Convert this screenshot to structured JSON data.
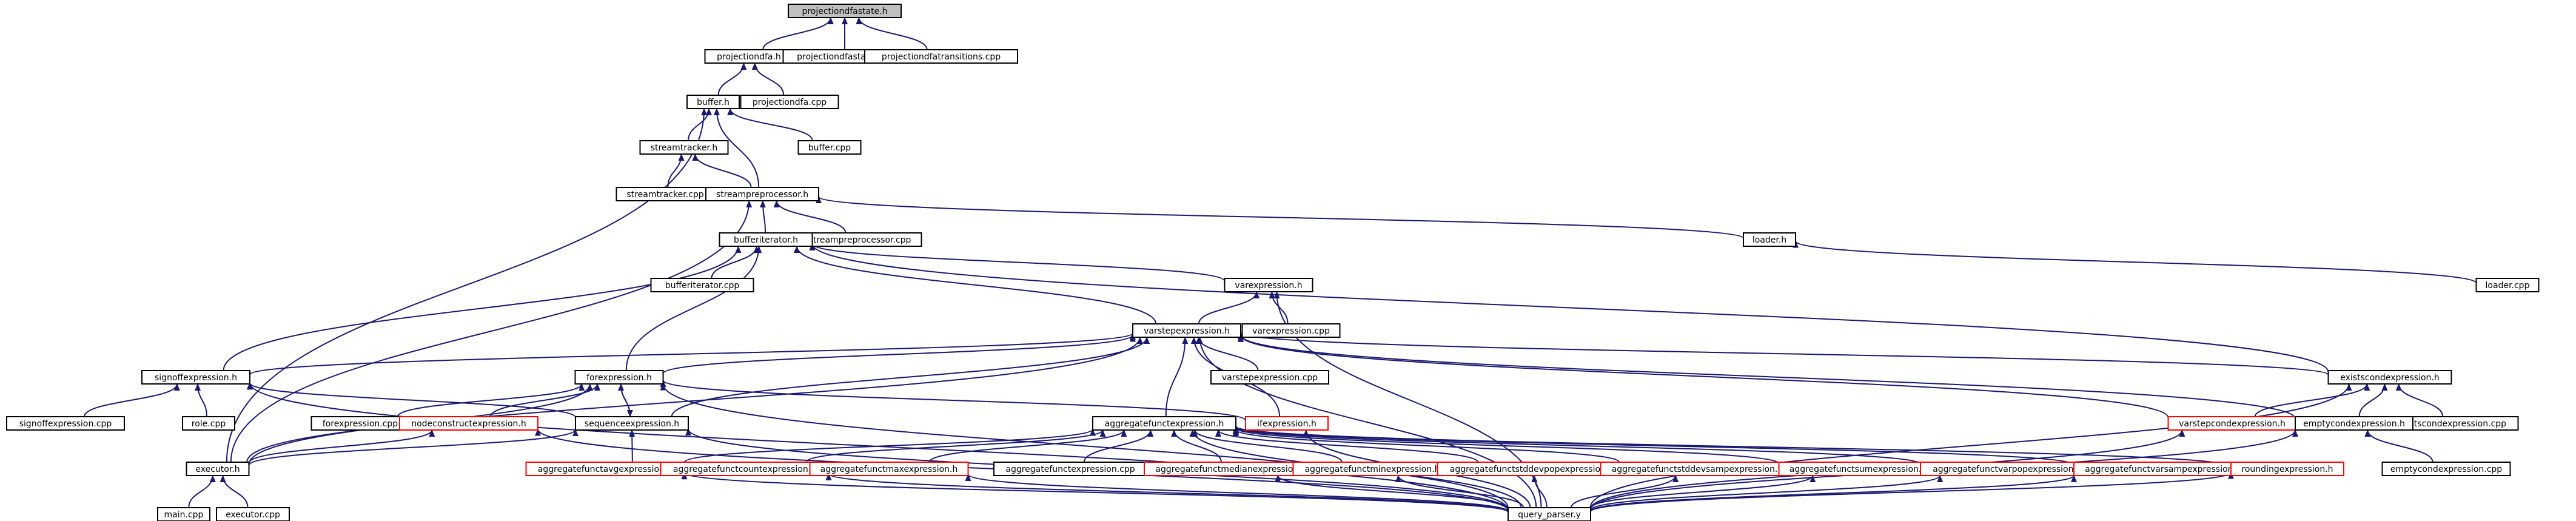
{
  "colors": {
    "edge": "#191970",
    "border": "#000000",
    "border_incomplete": "#ff0000",
    "highlight": "#bfbfbf"
  },
  "nodes": [
    {
      "id": "pdfa_state_h",
      "label": "projectiondfastate.h",
      "highlight": true
    },
    {
      "id": "pdfa_h",
      "label": "projectiondfa.h"
    },
    {
      "id": "pdfa_state_cpp",
      "label": "projectiondfastate.cpp"
    },
    {
      "id": "pdfa_trans_cpp",
      "label": "projectiondfatransitions.cpp"
    },
    {
      "id": "pdfa_cpp",
      "label": "projectiondfa.cpp"
    },
    {
      "id": "buffer_h",
      "label": "buffer.h"
    },
    {
      "id": "buffer_cpp",
      "label": "buffer.cpp"
    },
    {
      "id": "streamtracker_h",
      "label": "streamtracker.h"
    },
    {
      "id": "streamtracker_cpp",
      "label": "streamtracker.cpp"
    },
    {
      "id": "streampre_h",
      "label": "streampreprocessor.h"
    },
    {
      "id": "streampre_cpp",
      "label": "streampreprocessor.cpp"
    },
    {
      "id": "loader_h",
      "label": "loader.h"
    },
    {
      "id": "loader_cpp",
      "label": "loader.cpp"
    },
    {
      "id": "bufit_h",
      "label": "bufferiterator.h"
    },
    {
      "id": "bufit_cpp",
      "label": "bufferiterator.cpp"
    },
    {
      "id": "varexpr_h",
      "label": "varexpression.h"
    },
    {
      "id": "varexpr_cpp",
      "label": "varexpression.cpp"
    },
    {
      "id": "varstep_h",
      "label": "varstepexpression.h"
    },
    {
      "id": "varstep_cpp",
      "label": "varstepexpression.cpp"
    },
    {
      "id": "signoff_h",
      "label": "signoffexpression.h"
    },
    {
      "id": "signoff_cpp",
      "label": "signoffexpression.cpp"
    },
    {
      "id": "role_cpp",
      "label": "role.cpp"
    },
    {
      "id": "forexpr_h",
      "label": "forexpression.h"
    },
    {
      "id": "forexpr_cpp",
      "label": "forexpression.cpp"
    },
    {
      "id": "nodecon_h",
      "label": "nodeconstructexpression.h",
      "incomplete": true
    },
    {
      "id": "seqexpr_h",
      "label": "sequenceexpression.h"
    },
    {
      "id": "seqexpr_cpp",
      "label": "sequenceexpression.cpp"
    },
    {
      "id": "executor_h",
      "label": "executor.h"
    },
    {
      "id": "main_cpp",
      "label": "main.cpp"
    },
    {
      "id": "executor_cpp",
      "label": "executor.cpp"
    },
    {
      "id": "aggfunc_h",
      "label": "aggregatefunctexpression.h"
    },
    {
      "id": "agg_cpp",
      "label": "aggregatefunctexpression.cpp"
    },
    {
      "id": "ifexpr_h",
      "label": "ifexpression.h",
      "incomplete": true
    },
    {
      "id": "exists_h",
      "label": "existscondexpression.h"
    },
    {
      "id": "exists_cpp",
      "label": "existscondexpression.cpp"
    },
    {
      "id": "varstepcond_h",
      "label": "varstepcondexpression.h",
      "incomplete": true
    },
    {
      "id": "emptycond_h",
      "label": "emptycondexpression.h"
    },
    {
      "id": "emptycond_cpp",
      "label": "emptycondexpression.cpp"
    },
    {
      "id": "agg_avg_h",
      "label": "aggregatefunctavgexpression.h",
      "incomplete": true
    },
    {
      "id": "agg_count_h",
      "label": "aggregatefunctcountexpression.h",
      "incomplete": true
    },
    {
      "id": "agg_max_h",
      "label": "aggregatefunctmaxexpression.h",
      "incomplete": true
    },
    {
      "id": "agg_median_h",
      "label": "aggregatefunctmedianexpression.h",
      "incomplete": true
    },
    {
      "id": "agg_min_h",
      "label": "aggregatefunctminexpression.h",
      "incomplete": true
    },
    {
      "id": "agg_stddevpop_h",
      "label": "aggregatefunctstddevpopexpression.h",
      "incomplete": true
    },
    {
      "id": "agg_stddevsamp_h",
      "label": "aggregatefunctstddevsampexpression.h",
      "incomplete": true
    },
    {
      "id": "agg_sum_h",
      "label": "aggregatefunctsumexpression.h",
      "incomplete": true
    },
    {
      "id": "agg_varpop_h",
      "label": "aggregatefunctvarpopexpression.h",
      "incomplete": true
    },
    {
      "id": "agg_varsamp_h",
      "label": "aggregatefunctvarsampexpression.h",
      "incomplete": true
    },
    {
      "id": "rounding_h",
      "label": "roundingexpression.h",
      "incomplete": true
    },
    {
      "id": "query_parser",
      "label": "query_parser.y"
    }
  ],
  "edges": [
    [
      "pdfa_h",
      "pdfa_state_h"
    ],
    [
      "pdfa_state_cpp",
      "pdfa_state_h"
    ],
    [
      "pdfa_trans_cpp",
      "pdfa_state_h"
    ],
    [
      "buffer_h",
      "pdfa_h"
    ],
    [
      "pdfa_cpp",
      "pdfa_h"
    ],
    [
      "streamtracker_h",
      "buffer_h"
    ],
    [
      "buffer_cpp",
      "buffer_h"
    ],
    [
      "streampre_h",
      "buffer_h"
    ],
    [
      "executor_h",
      "buffer_h"
    ],
    [
      "streamtracker_cpp",
      "streamtracker_h"
    ],
    [
      "streampre_h",
      "streamtracker_h"
    ],
    [
      "bufit_h",
      "streampre_h"
    ],
    [
      "streampre_cpp",
      "streampre_h"
    ],
    [
      "loader_h",
      "streampre_h"
    ],
    [
      "executor_h",
      "streampre_h"
    ],
    [
      "loader_cpp",
      "loader_h"
    ],
    [
      "bufit_cpp",
      "bufit_h"
    ],
    [
      "varstep_h",
      "bufit_h"
    ],
    [
      "signoff_h",
      "bufit_h"
    ],
    [
      "forexpr_h",
      "bufit_h"
    ],
    [
      "varexpr_h",
      "bufit_h"
    ],
    [
      "exists_h",
      "bufit_h"
    ],
    [
      "varstep_h",
      "varexpr_h"
    ],
    [
      "varexpr_cpp",
      "varexpr_h"
    ],
    [
      "query_parser",
      "varexpr_h"
    ],
    [
      "varstep_cpp",
      "varstep_h"
    ],
    [
      "signoff_h",
      "varstep_h"
    ],
    [
      "forexpr_h",
      "varstep_h"
    ],
    [
      "aggfunc_h",
      "varstep_h"
    ],
    [
      "ifexpr_h",
      "varstep_h"
    ],
    [
      "exists_h",
      "varstep_h"
    ],
    [
      "varstepcond_h",
      "varstep_h"
    ],
    [
      "emptycond_h",
      "varstep_h"
    ],
    [
      "seqexpr_h",
      "varstep_h"
    ],
    [
      "executor_h",
      "varstep_h"
    ],
    [
      "query_parser",
      "varstep_h"
    ],
    [
      "signoff_cpp",
      "signoff_h"
    ],
    [
      "role_cpp",
      "signoff_h"
    ],
    [
      "seqexpr_h",
      "signoff_h"
    ],
    [
      "query_parser",
      "signoff_h"
    ],
    [
      "forexpr_cpp",
      "forexpr_h"
    ],
    [
      "nodecon_h",
      "forexpr_h"
    ],
    [
      "seqexpr_h",
      "forexpr_h"
    ],
    [
      "ifexpr_h",
      "forexpr_h"
    ],
    [
      "executor_h",
      "forexpr_h"
    ],
    [
      "query_parser",
      "forexpr_h"
    ],
    [
      "forexpr_h",
      "seqexpr_h"
    ],
    [
      "seqexpr_cpp",
      "seqexpr_h"
    ],
    [
      "executor_h",
      "seqexpr_h"
    ],
    [
      "query_parser",
      "seqexpr_h"
    ],
    [
      "executor_h",
      "nodecon_h"
    ],
    [
      "query_parser",
      "nodecon_h"
    ],
    [
      "main_cpp",
      "executor_h"
    ],
    [
      "executor_cpp",
      "executor_h"
    ],
    [
      "agg_avg_h",
      "aggfunc_h"
    ],
    [
      "agg_count_h",
      "aggfunc_h"
    ],
    [
      "agg_max_h",
      "aggfunc_h"
    ],
    [
      "agg_cpp",
      "aggfunc_h"
    ],
    [
      "agg_median_h",
      "aggfunc_h"
    ],
    [
      "agg_min_h",
      "aggfunc_h"
    ],
    [
      "agg_stddevpop_h",
      "aggfunc_h"
    ],
    [
      "agg_stddevsamp_h",
      "aggfunc_h"
    ],
    [
      "agg_sum_h",
      "aggfunc_h"
    ],
    [
      "agg_varpop_h",
      "aggfunc_h"
    ],
    [
      "agg_varsamp_h",
      "aggfunc_h"
    ],
    [
      "rounding_h",
      "aggfunc_h"
    ],
    [
      "query_parser",
      "aggfunc_h"
    ],
    [
      "query_parser",
      "ifexpr_h"
    ],
    [
      "varstepcond_h",
      "exists_h"
    ],
    [
      "emptycond_h",
      "exists_h"
    ],
    [
      "exists_cpp",
      "exists_h"
    ],
    [
      "query_parser",
      "exists_h"
    ],
    [
      "emptycond_cpp",
      "emptycond_h"
    ],
    [
      "query_parser",
      "emptycond_h"
    ],
    [
      "query_parser",
      "varstepcond_h"
    ],
    [
      "query_parser",
      "agg_avg_h"
    ],
    [
      "query_parser",
      "agg_count_h"
    ],
    [
      "query_parser",
      "agg_max_h"
    ],
    [
      "query_parser",
      "agg_median_h"
    ],
    [
      "query_parser",
      "agg_min_h"
    ],
    [
      "query_parser",
      "agg_stddevpop_h"
    ],
    [
      "query_parser",
      "agg_stddevsamp_h"
    ],
    [
      "query_parser",
      "agg_sum_h"
    ],
    [
      "query_parser",
      "agg_varpop_h"
    ],
    [
      "query_parser",
      "agg_varsamp_h"
    ],
    [
      "query_parser",
      "rounding_h"
    ]
  ]
}
